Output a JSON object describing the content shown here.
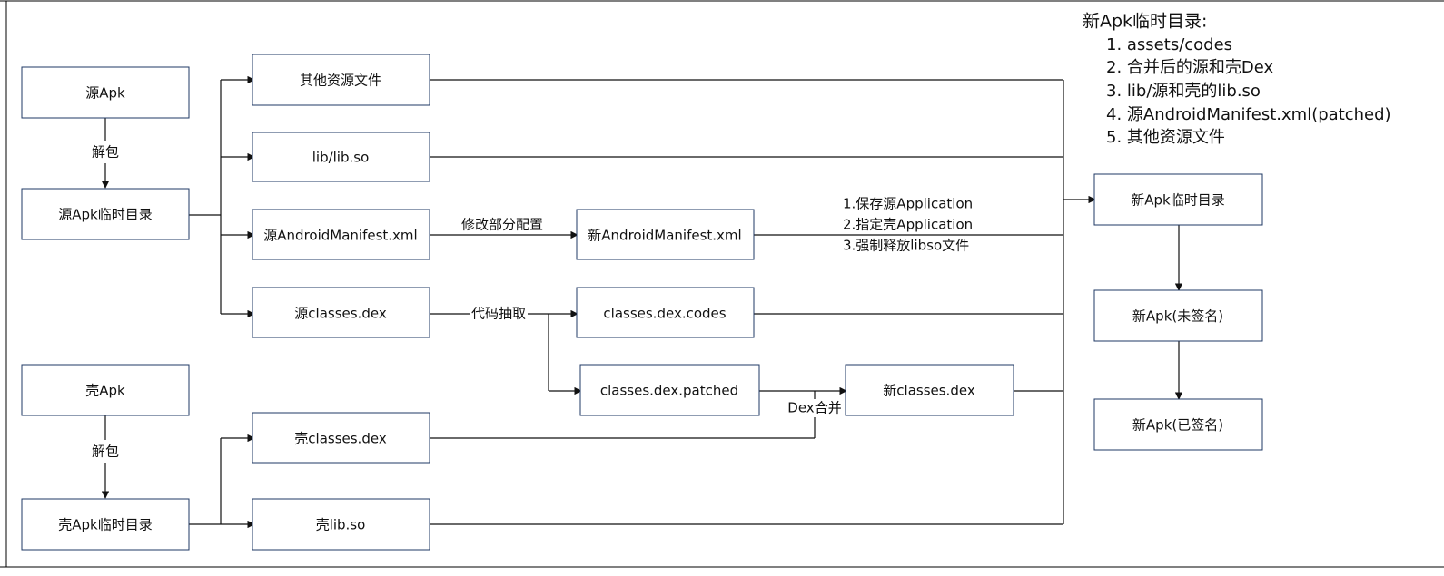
{
  "nodes": {
    "src_apk": "源Apk",
    "src_tmp": "源Apk临时目录",
    "shell_apk": "壳Apk",
    "shell_tmp": "壳Apk临时目录",
    "other_res": "其他资源文件",
    "lib_so": "lib/lib.so",
    "src_manifest": "源AndroidManifest.xml",
    "src_dex": "源classes.dex",
    "shell_dex": "壳classes.dex",
    "shell_lib": "壳lib.so",
    "new_manifest": "新AndroidManifest.xml",
    "dex_codes": "classes.dex.codes",
    "dex_patched": "classes.dex.patched",
    "new_dex": "新classes.dex",
    "new_tmp": "新Apk临时目录",
    "new_unsigned": "新Apk(未签名)",
    "new_signed": "新Apk(已签名)"
  },
  "edges": {
    "unpack_src": "解包",
    "unpack_shell": "解包",
    "modify_config": "修改部分配置",
    "extract_code": "代码抽取",
    "dex_merge": "Dex合并",
    "manifest_step1": "1.保存源Application",
    "manifest_step2": "2.指定壳Application",
    "manifest_step3": "3.强制释放libso文件"
  },
  "notes": {
    "title": "新Apk临时目录:",
    "items": [
      "1. assets/codes",
      "2. 合并后的源和壳Dex",
      "3. lib/源和壳的lib.so",
      "4. 源AndroidManifest.xml(patched)",
      "5. 其他资源文件"
    ]
  }
}
